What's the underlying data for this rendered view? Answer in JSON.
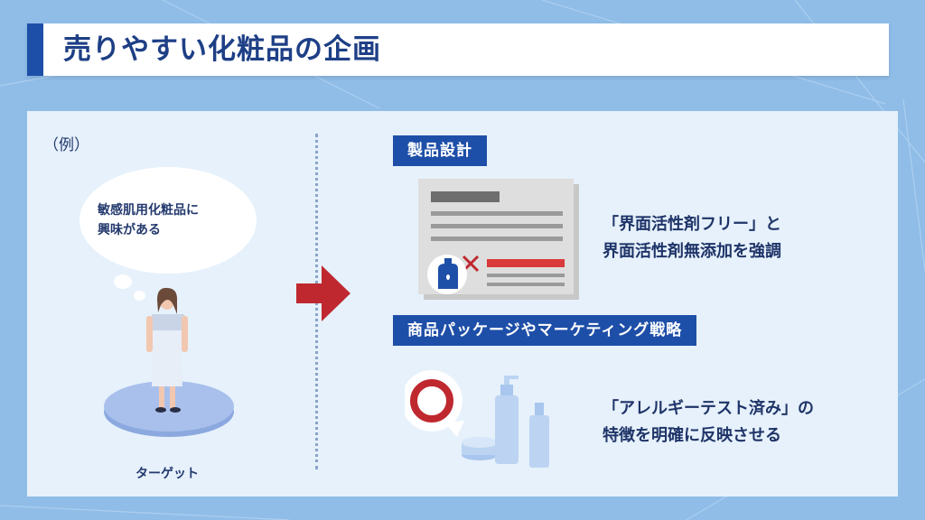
{
  "title": "売りやすい化粧品の企画",
  "example_label": "（例）",
  "thought_bubble": {
    "line1": "敏感肌用化粧品に",
    "line2": "興味がある"
  },
  "target_label": "ターゲット",
  "sections": [
    {
      "tag": "製品設計",
      "desc_line1": "「界面活性剤フリー」と",
      "desc_line2": "界面活性剤無添加を強調"
    },
    {
      "tag": "商品パッケージやマーケティング戦略",
      "desc_line1": "「アレルギーテスト済み」の",
      "desc_line2": "特徴を明確に反映させる"
    }
  ],
  "colors": {
    "brand_blue": "#1e4fa8",
    "title_text": "#1e3f86",
    "arrow_red": "#c0282f",
    "panel_bg": "#e6f1fb",
    "page_bg": "#8fbde8"
  },
  "icons": [
    "arrow-right-icon",
    "document-icon",
    "detergent-bottle-icon",
    "cross-mark-icon",
    "circle-mark-icon",
    "cosmetic-bottles-icon",
    "person-icon"
  ]
}
